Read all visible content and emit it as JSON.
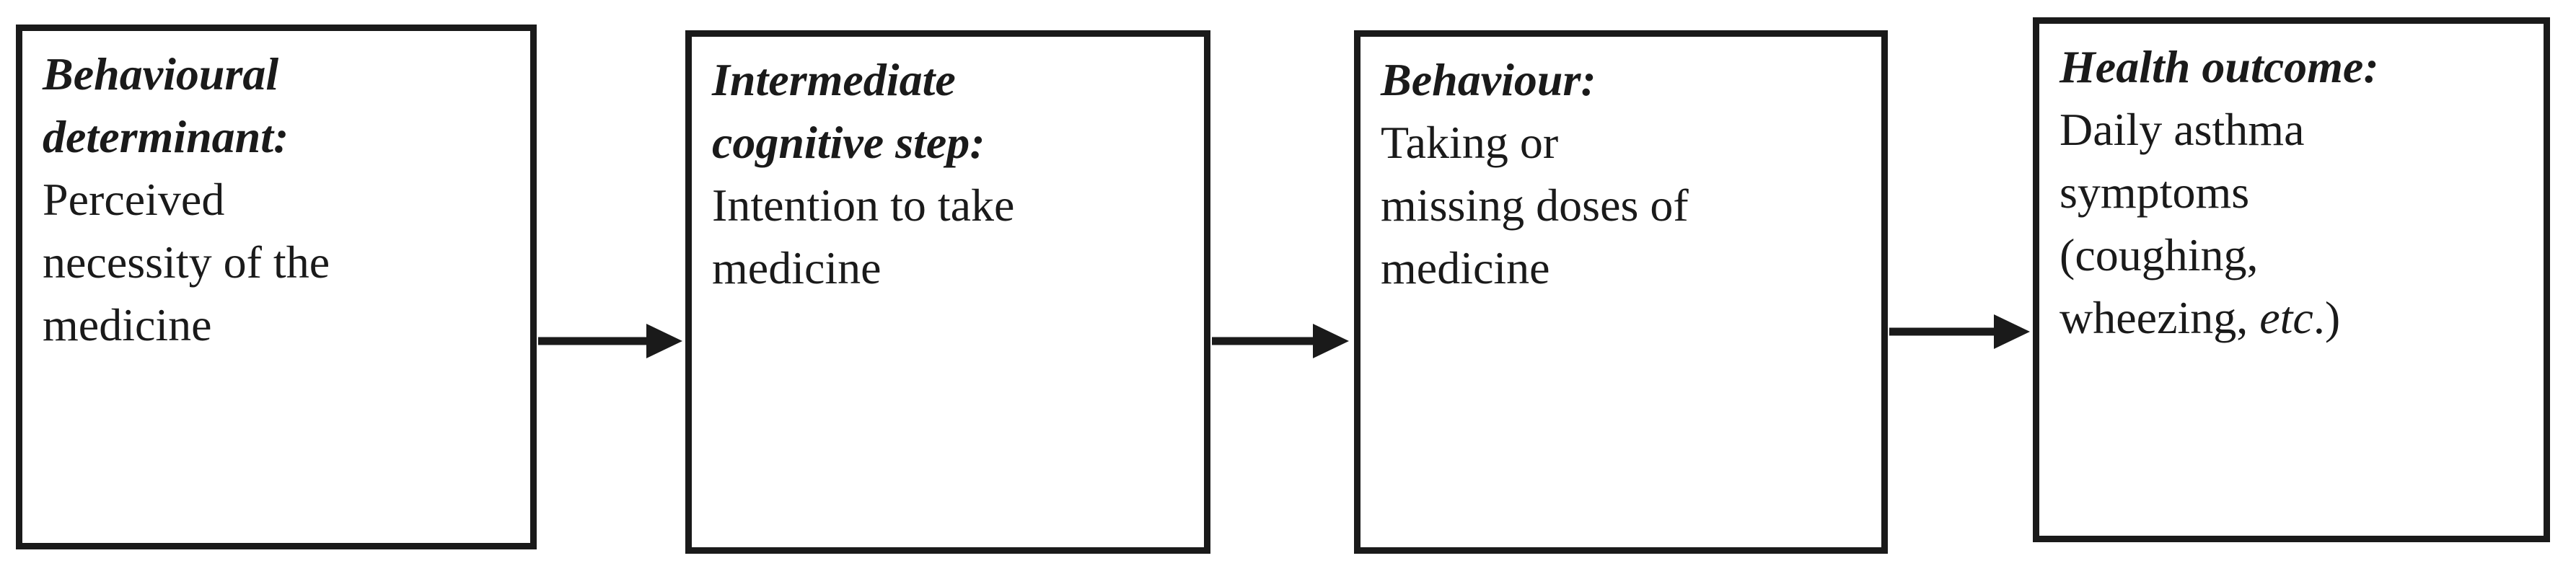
{
  "figure": {
    "type": "flow-diagram",
    "colors": {
      "ink": "#1a1a1a",
      "background": "#ffffff"
    },
    "boxes": [
      {
        "name": "behavioural-determinant",
        "heading": "Behavioural determinant:",
        "body": "Perceived necessity of the medicine",
        "lines": [
          [
            {
              "text": "Behavioural",
              "style": "heading"
            }
          ],
          [
            {
              "text": "determinant:",
              "style": "heading"
            }
          ],
          [
            {
              "text": "Perceived",
              "style": "body"
            }
          ],
          [
            {
              "text": "necessity of the",
              "style": "body"
            }
          ],
          [
            {
              "text": "medicine",
              "style": "body"
            }
          ]
        ]
      },
      {
        "name": "intermediate-cognitive-step",
        "heading": "Intermediate cognitive step:",
        "body": "Intention to take medicine",
        "lines": [
          [
            {
              "text": "Intermediate",
              "style": "heading"
            }
          ],
          [
            {
              "text": "cognitive step:",
              "style": "heading"
            }
          ],
          [
            {
              "text": "Intention to take",
              "style": "body"
            }
          ],
          [
            {
              "text": "medicine",
              "style": "body"
            }
          ]
        ]
      },
      {
        "name": "behaviour",
        "heading": "Behaviour:",
        "body": "Taking or missing doses of medicine",
        "lines": [
          [
            {
              "text": "Behaviour:",
              "style": "heading"
            }
          ],
          [
            {
              "text": "Taking or",
              "style": "body"
            }
          ],
          [
            {
              "text": "missing doses of",
              "style": "body"
            }
          ],
          [
            {
              "text": "medicine",
              "style": "body"
            }
          ]
        ]
      },
      {
        "name": "health-outcome",
        "heading": "Health outcome:",
        "body": "Daily asthma symptoms (coughing, wheezing, etc.)",
        "lines": [
          [
            {
              "text": "Health outcome:",
              "style": "heading"
            }
          ],
          [
            {
              "text": "Daily asthma",
              "style": "body"
            }
          ],
          [
            {
              "text": "symptoms",
              "style": "body"
            }
          ],
          [
            {
              "text": "(coughing,",
              "style": "body"
            }
          ],
          [
            {
              "text": "wheezing, ",
              "style": "body"
            },
            {
              "text": "etc",
              "style": "body-italic"
            },
            {
              "text": ".)",
              "style": "body"
            }
          ]
        ]
      }
    ],
    "arrows": [
      {
        "name": "arrow-1",
        "from": "behavioural-determinant",
        "to": "intermediate-cognitive-step"
      },
      {
        "name": "arrow-2",
        "from": "intermediate-cognitive-step",
        "to": "behaviour"
      },
      {
        "name": "arrow-3",
        "from": "behaviour",
        "to": "health-outcome"
      }
    ]
  }
}
